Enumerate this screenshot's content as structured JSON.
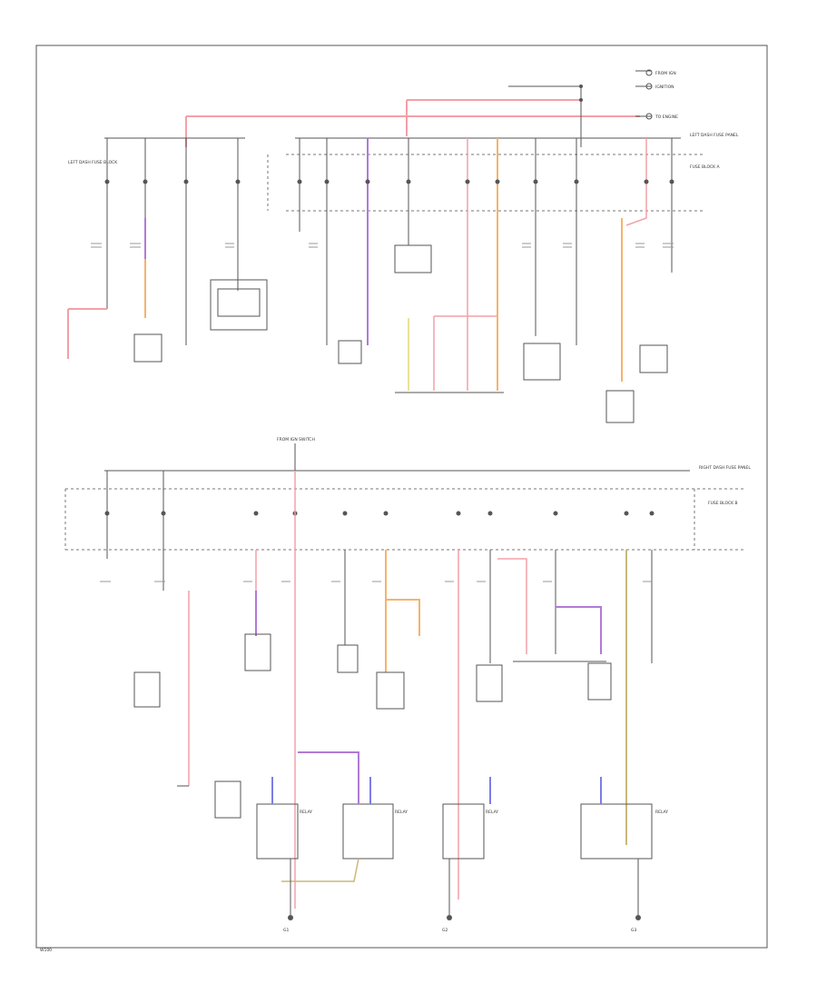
{
  "diagram": {
    "footer_code": "W100",
    "legend_note": "",
    "colors": {
      "red": "#f3a0a8",
      "orange": "#f5b46a",
      "violet": "#b07ad6",
      "yellow": "#e8e29a",
      "blue": "#7d7de6",
      "tan": "#c9b87a",
      "line": "#555555"
    },
    "labels": {
      "top_right_1": "FROM IGN",
      "top_right_2": "IGNITION",
      "top_right_3": "TO ENGINE",
      "top_fuse_panel": "LEFT DASH FUSE PANEL",
      "upper_fuse_block": "FUSE BLOCK A",
      "mid_fuse_panel": "RIGHT DASH FUSE PANEL",
      "mid_fuse_block": "FUSE BLOCK B",
      "center_label": "FROM IGN SWITCH",
      "left_label": "LEFT DASH FUSE BLOCK",
      "ground_1": "G1",
      "ground_2": "G2",
      "ground_3": "G3",
      "relay_1": "RELAY",
      "relay_2": "RELAY",
      "relay_3": "RELAY",
      "relay_4": "RELAY"
    }
  }
}
